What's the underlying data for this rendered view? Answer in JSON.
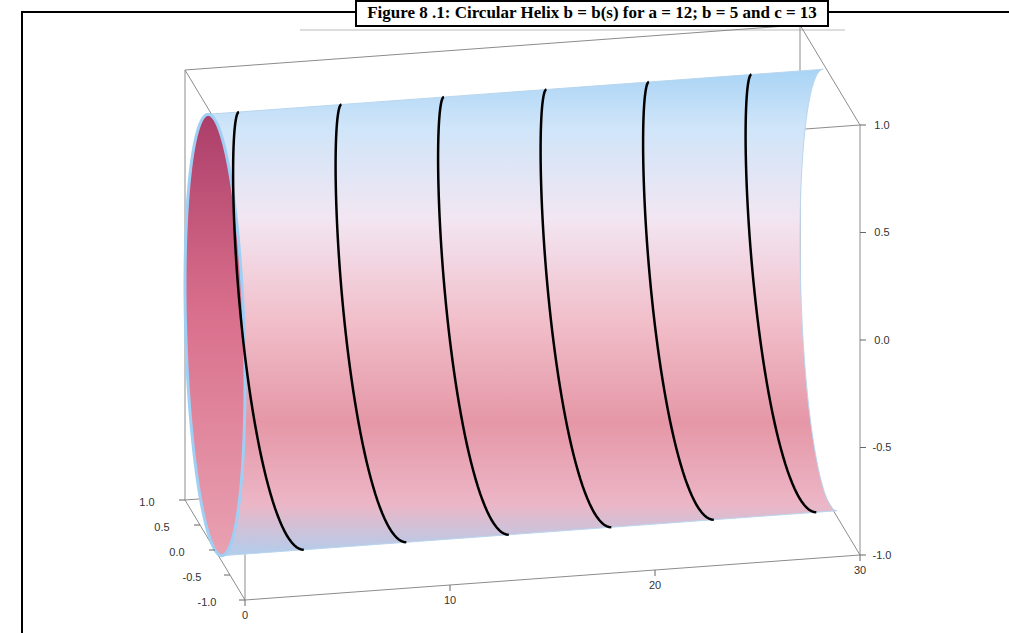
{
  "diagram": {
    "title": "Figure 8 .1: Circular Helix b = b(s) for a = 12; b = 5 and c = 13",
    "labels": [
      "1.0",
      "0.5",
      "0.0",
      "-0.5",
      "-1.0",
      "1.0",
      "0.5",
      "0.0",
      "-0.5",
      "-1.0",
      "0",
      "10",
      "20",
      "30"
    ]
  }
}
